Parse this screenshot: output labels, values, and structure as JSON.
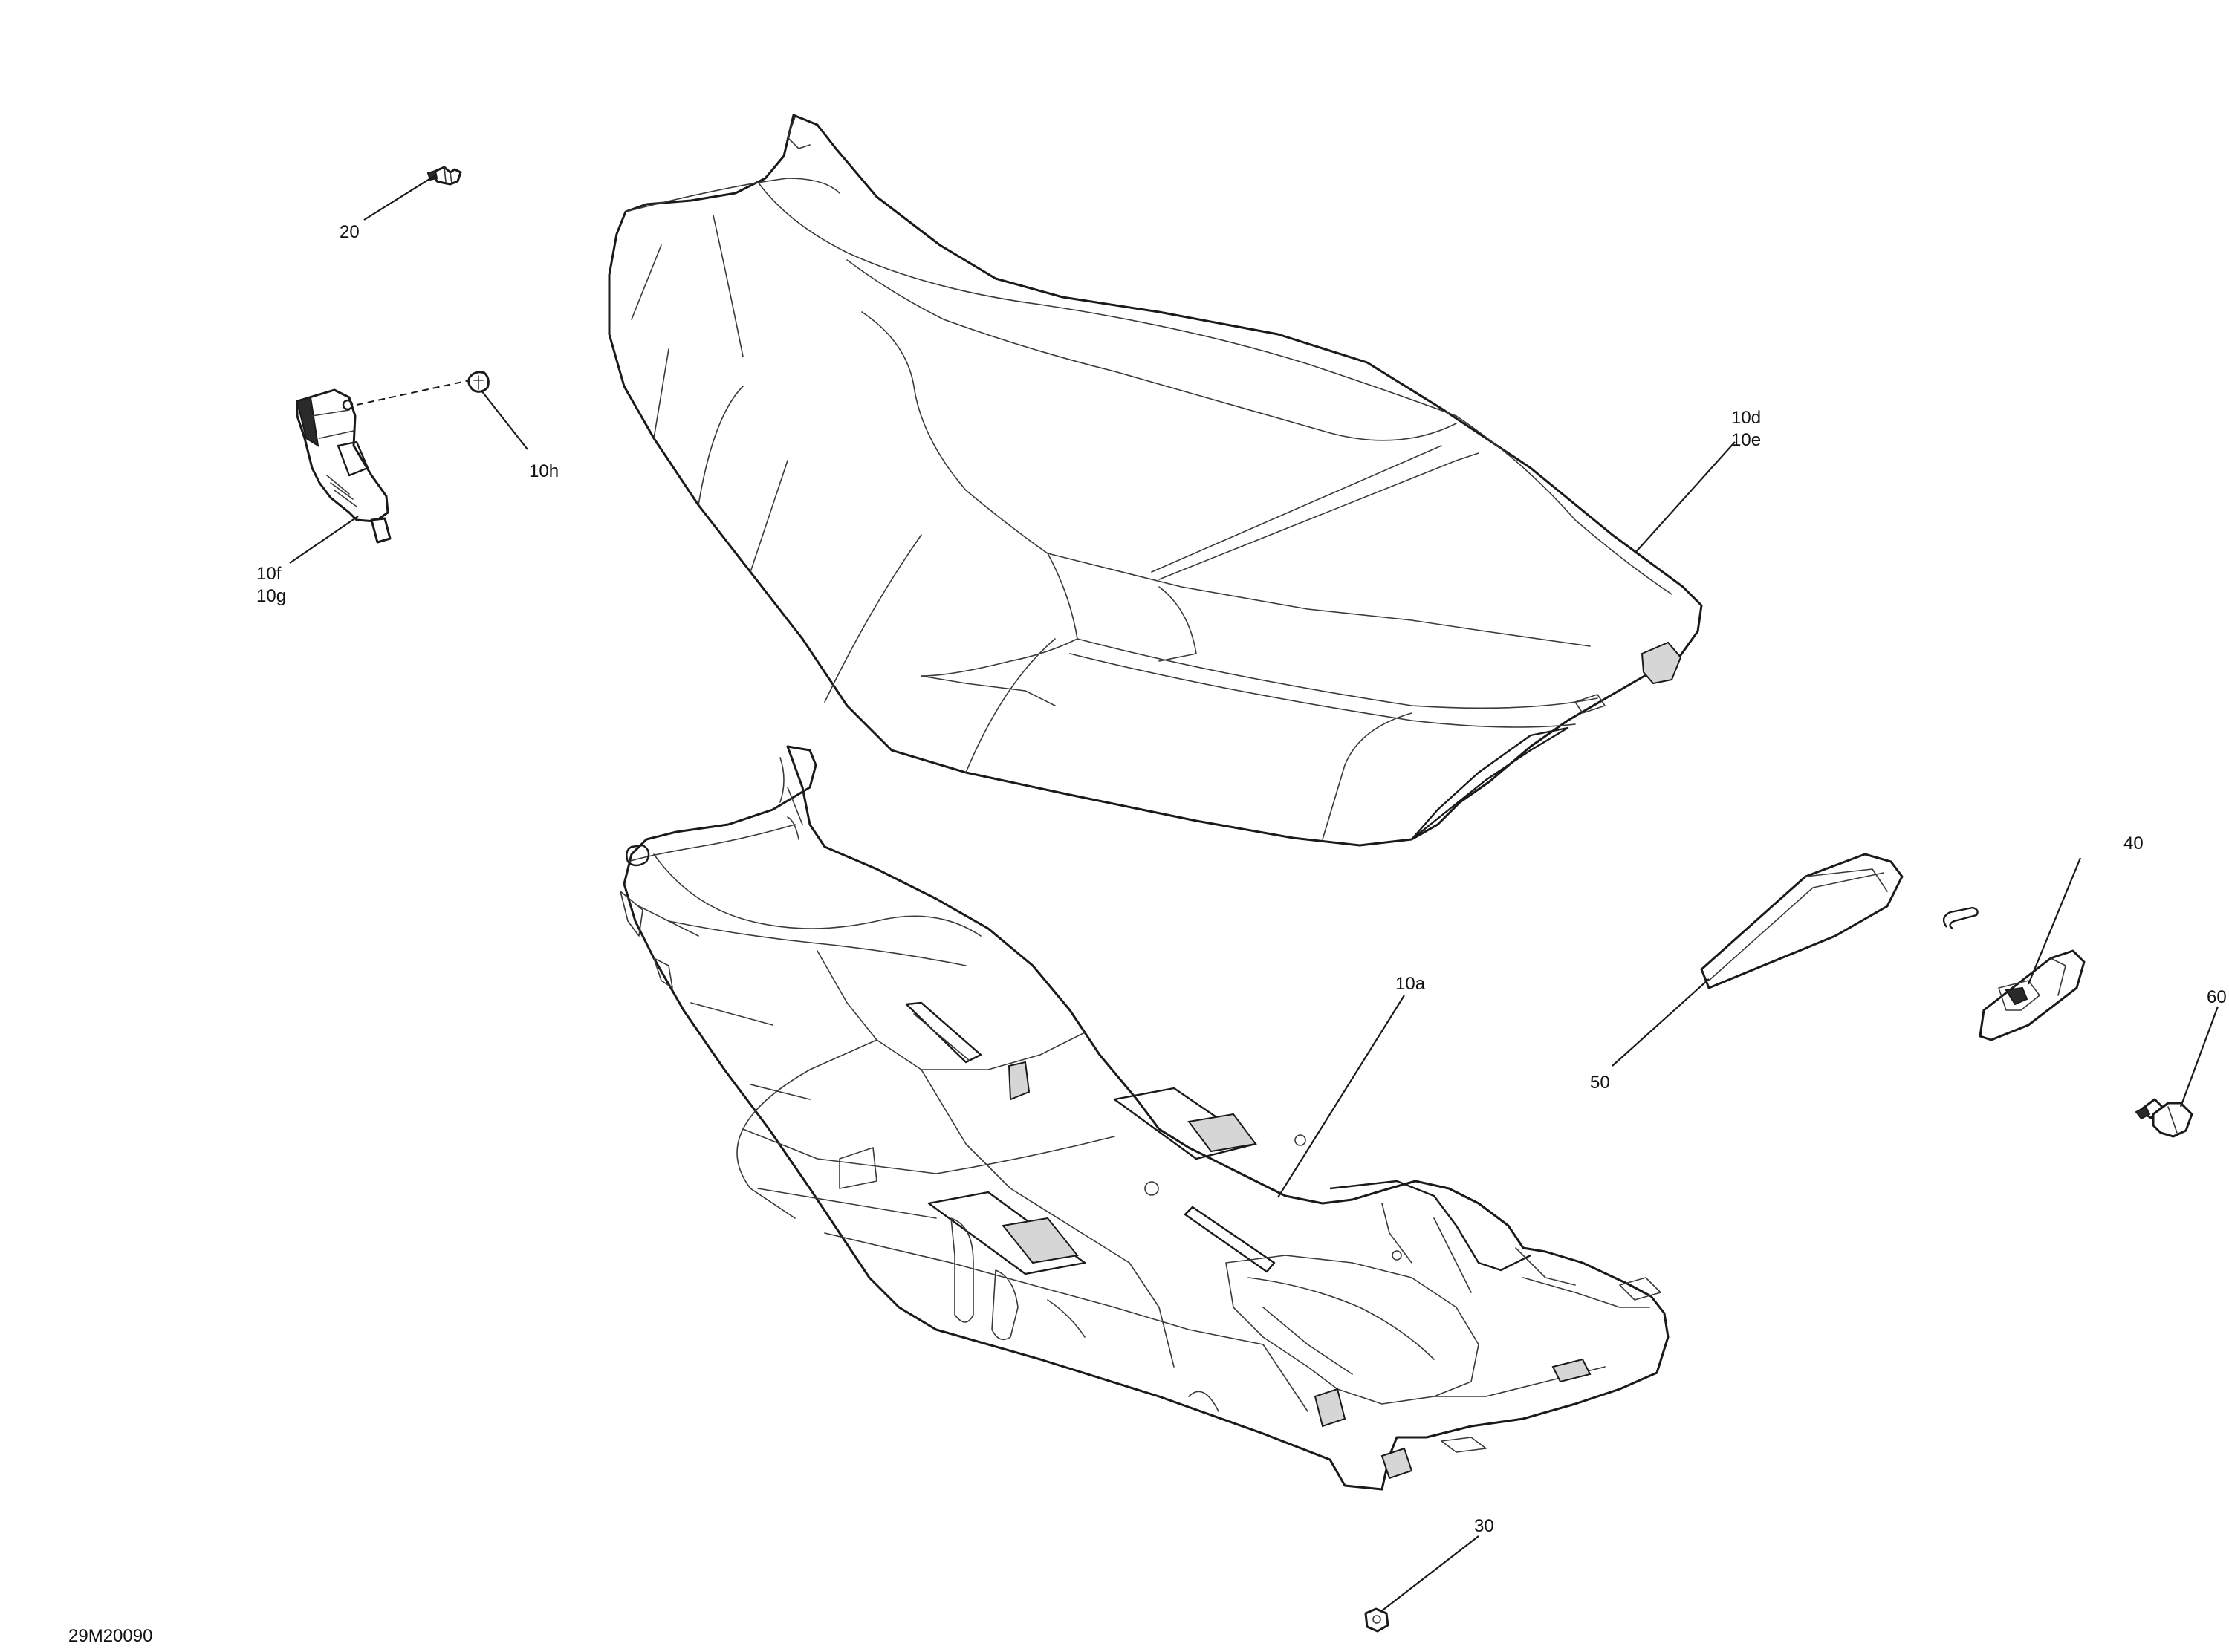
{
  "drawing_number": "29M20090",
  "callouts": {
    "c20": "20",
    "c10h": "10h",
    "c10f": "10f",
    "c10g": "10g",
    "c10d": "10d",
    "c10e": "10e",
    "c10a": "10a",
    "c40": "40",
    "c50": "50",
    "c60": "60",
    "c30": "30"
  },
  "colors": {
    "line": "#1a1a1a",
    "background": "#ffffff"
  }
}
